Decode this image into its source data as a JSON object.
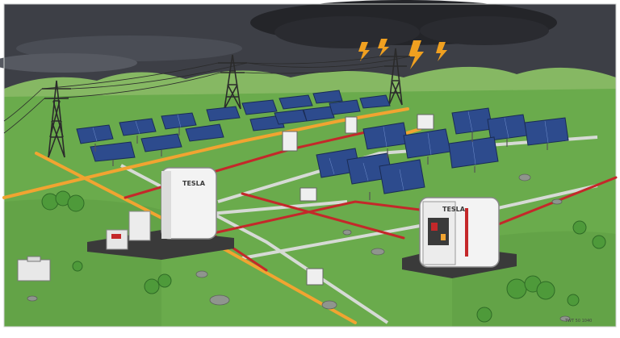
{
  "scene": {
    "description_visible_text": true,
    "battery_left_label": "TESLA",
    "battery_right_label": "TESLA",
    "signature": "TWT 50 1040"
  },
  "colors": {
    "storm_sky": "#3d3f46",
    "storm_cloud": "#2a2b30",
    "hills_far": "#7fb35c",
    "field": "#6fae4f",
    "solar_panel": "#2e4a8c",
    "lightning": "#f0a020",
    "orange_cable": "#f1a431",
    "red_cable": "#c4282a",
    "grey_path": "#d8dcd8",
    "battery_white": "#f3f3f3",
    "battery_base": "#3a3a3a"
  }
}
